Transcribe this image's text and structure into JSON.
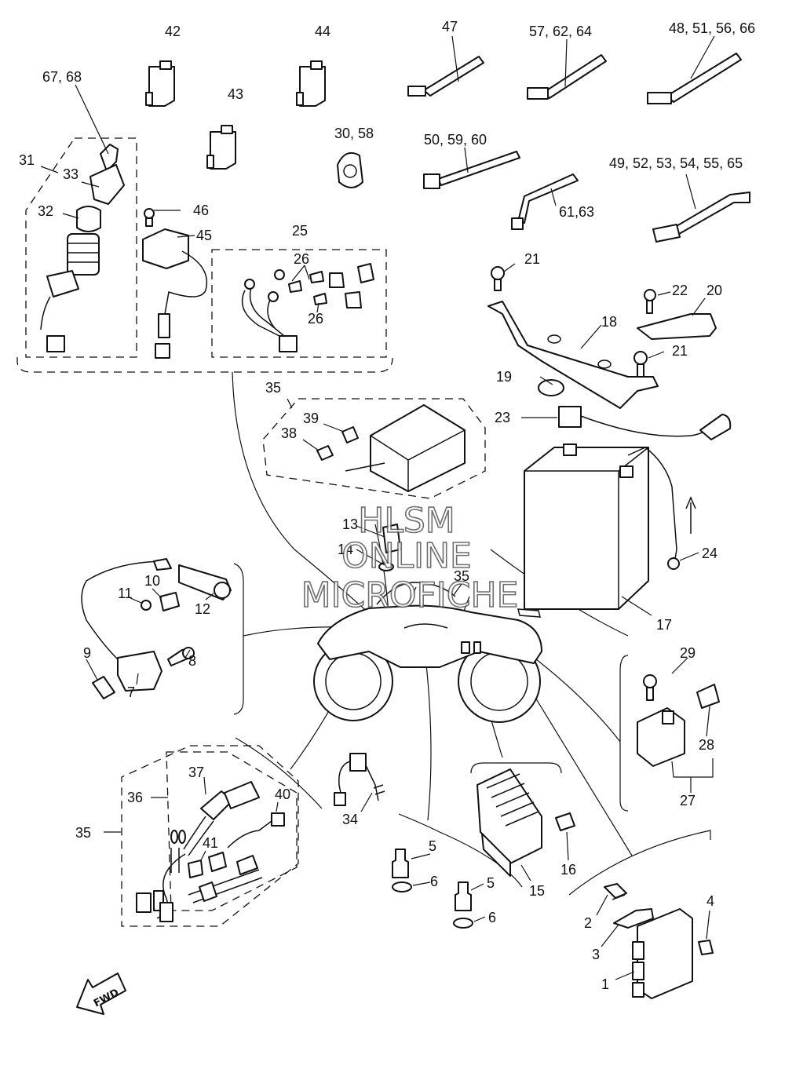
{
  "labels": {
    "l1": "1",
    "l2": "2",
    "l3": "3",
    "l4": "4",
    "l5a": "5",
    "l5b": "5",
    "l6a": "6",
    "l6b": "6",
    "l7": "7",
    "l8": "8",
    "l9": "9",
    "l10": "10",
    "l11": "11",
    "l12": "12",
    "l13": "13",
    "l14": "14",
    "l15": "15",
    "l16": "16",
    "l17": "17",
    "l18": "18",
    "l19": "19",
    "l20": "20",
    "l21a": "21",
    "l21b": "21",
    "l22": "22",
    "l23": "23",
    "l24": "24",
    "l25": "25",
    "l26a": "26",
    "l26b": "26",
    "l27": "27",
    "l28": "28",
    "l29": "29",
    "l30": "30, 58",
    "l31": "31",
    "l32": "32",
    "l33": "33",
    "l34": "34",
    "l35a": "35",
    "l35b": "35",
    "l35c": "35",
    "l36": "36",
    "l37": "37",
    "l38": "38",
    "l39": "39",
    "l40": "40",
    "l41": "41",
    "l42": "42",
    "l43": "43",
    "l44": "44",
    "l45": "45",
    "l46": "46",
    "l47": "47",
    "l48": "48, 51, 56, 66",
    "l49": "49, 52, 53, 54, 55, 65",
    "l50": "50, 59, 60",
    "l57": "57, 62, 64",
    "l61": "61,63",
    "l67": "67, 68"
  },
  "watermark": [
    "HLSM",
    "ONLINE",
    "MICROFICHE"
  ],
  "direction_badge": "FWD",
  "colors": {
    "ink": "#111111",
    "paper": "#ffffff",
    "watermark_stroke": "#555555"
  }
}
